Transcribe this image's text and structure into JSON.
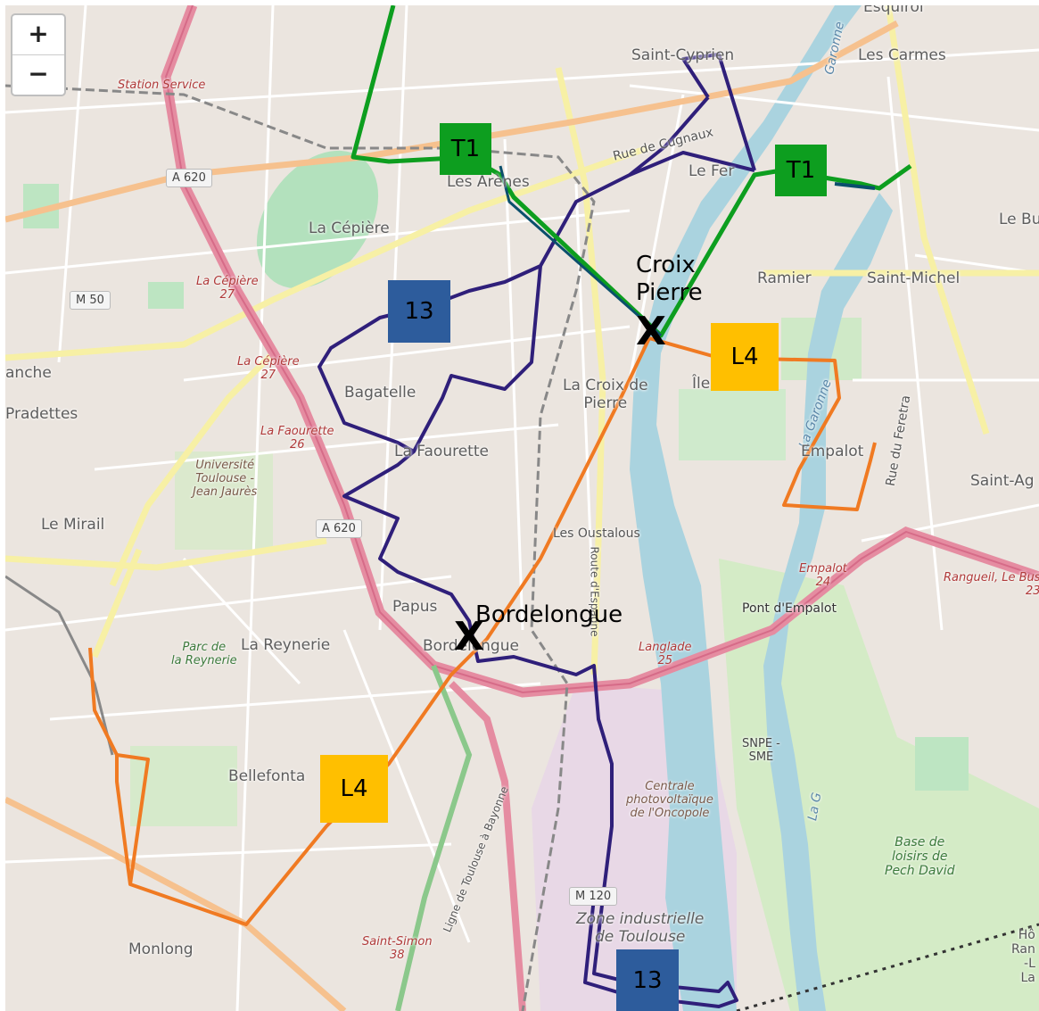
{
  "zoom": {
    "in_label": "+",
    "out_label": "−"
  },
  "stops": [
    {
      "name": "Croix\nPierre",
      "marker": "X"
    },
    {
      "name": "Bordelongue",
      "marker": "X"
    }
  ],
  "badges": {
    "t1_label": "T1",
    "line13_label": "13",
    "l4_label": "L4"
  },
  "line_colors": {
    "T1": "#0d9e1f",
    "T1_shared": "#0b4f6c",
    "line13": "#2f1f7a",
    "L4": "#f07a22"
  },
  "place_names": {
    "saint_cyprien": "Saint-Cyprien",
    "les_carmes": "Les Carmes",
    "esquirol": "Esquirol",
    "station_service": "Station Service",
    "a620_top": "A 620",
    "a620_mid": "A 620",
    "la_cepiere": "La Cépière",
    "les_arenes": "Les Arènes",
    "rue_cugnaux": "Rue de Cugnaux",
    "le_fer": "Le Fer",
    "garonne": "Garonne",
    "ramier": "Ramier",
    "saint_michel": "Saint-Michel",
    "le_bu": "Le Bu",
    "m50": "M 50",
    "la_cepiere_27a": "La Cépière\n27",
    "la_cepiere_27b": "La Cépière\n27",
    "bagatelle": "Bagatelle",
    "la_croix_de_pierre": "La Croix de\nPierre",
    "ile": "Île",
    "la_garonne": "La Garonne",
    "empalot": "Empalot",
    "rue_du_feretra": "Rue du Feretra",
    "saint_ag": "Saint-Ag",
    "anche": "anche",
    "pradettes": "Pradettes",
    "la_faourette_26": "La Faourette\n26",
    "la_faourette": "La Faourette",
    "universite": "Université\nToulouse -\nJean Jaurès",
    "le_mirail": "Le Mirail",
    "les_oustalous": "Les Oustalous",
    "route_espagne": "Route d'Espagne",
    "empalot_24": "Empalot\n24",
    "rangueil": "Rangueil, Le Bus\n23",
    "pont_empalot": "Pont d'Empalot",
    "papus": "Papus",
    "bordelongue_area": "Bordelongue",
    "la_reynerie": "La Reynerie",
    "parc_reynerie": "Parc de\nla Reynerie",
    "langlade": "Langlade\n25",
    "snpe": "SNPE -\nSME",
    "bellefontaine": "Bellefonta",
    "centrale": "Centrale\nphotovoltaïque\nde l'Oncopole",
    "la_g": "La G",
    "base_loisirs": "Base de\nloisirs de\nPech David",
    "ligne_bayonne": "Ligne de Toulouse à Bayonne",
    "m120": "M 120",
    "zone_industrielle": "Zone industrielle\nde Toulouse",
    "saint_simon": "Saint-Simon\n38",
    "monlong": "Monlong",
    "ho_ran": "Hô\nRan\n-L\nLa"
  }
}
